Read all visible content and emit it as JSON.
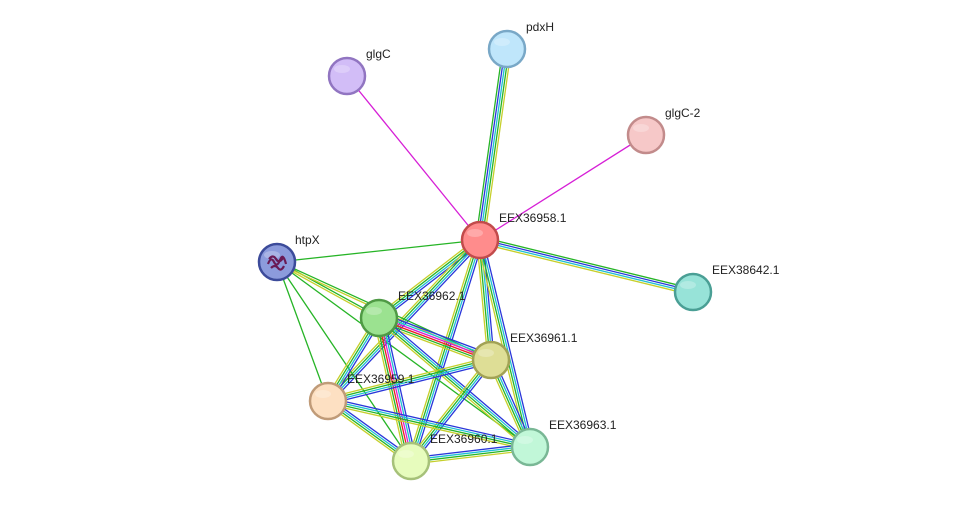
{
  "nodes": [
    {
      "id": "EEX36958.1",
      "label": "EEX36958.1",
      "color": "#ff8c8c",
      "stroke": "#c24b4b"
    },
    {
      "id": "pdxH",
      "label": "pdxH",
      "color": "#bfe6fb",
      "stroke": "#79a8c7"
    },
    {
      "id": "glgC",
      "label": "glgC",
      "color": "#d2bdf7",
      "stroke": "#9175c1"
    },
    {
      "id": "glgC-2",
      "label": "glgC-2",
      "color": "#f6c8c8",
      "stroke": "#c28b8b"
    },
    {
      "id": "htpX",
      "label": "htpX",
      "color": "#8c9bdc",
      "stroke": "#3c4b9a",
      "has_structure": true
    },
    {
      "id": "EEX38642.1",
      "label": "EEX38642.1",
      "color": "#97e3d8",
      "stroke": "#4a9f95"
    },
    {
      "id": "EEX36962.1",
      "label": "EEX36962.1",
      "color": "#9be290",
      "stroke": "#4f9a45"
    },
    {
      "id": "EEX36961.1",
      "label": "EEX36961.1",
      "color": "#dede96",
      "stroke": "#a2a255"
    },
    {
      "id": "EEX36959.1",
      "label": "EEX36959.1",
      "color": "#fde0c2",
      "stroke": "#c09b78"
    },
    {
      "id": "EEX36960.1",
      "label": "EEX36960.1",
      "color": "#e7fcbd",
      "stroke": "#a6c179"
    },
    {
      "id": "EEX36963.1",
      "label": "EEX36963.1",
      "color": "#c1f7d8",
      "stroke": "#79b795"
    }
  ],
  "evidence_colors": {
    "textmining": "#c6cf2b",
    "coexpression": "#2e2e2e",
    "experiments": "#d61fd6",
    "database": "#1ec0d3",
    "neighborhood": "#26b426",
    "fusion": "#ec2020",
    "cooccurrence": "#2936d9"
  },
  "edges": [
    {
      "source": "EEX36958.1",
      "target": "pdxH",
      "evidence": [
        "neighborhood",
        "cooccurrence",
        "database",
        "neighborhood",
        "textmining"
      ]
    },
    {
      "source": "EEX36958.1",
      "target": "glgC",
      "evidence": [
        "experiments"
      ]
    },
    {
      "source": "EEX36958.1",
      "target": "glgC-2",
      "evidence": [
        "experiments"
      ]
    },
    {
      "source": "EEX36958.1",
      "target": "htpX",
      "evidence": [
        "neighborhood"
      ]
    },
    {
      "source": "EEX36958.1",
      "target": "EEX38642.1",
      "evidence": [
        "neighborhood",
        "cooccurrence",
        "database",
        "textmining"
      ]
    },
    {
      "source": "EEX36958.1",
      "target": "EEX36962.1",
      "evidence": [
        "cooccurrence",
        "database",
        "neighborhood",
        "textmining"
      ]
    },
    {
      "source": "EEX36958.1",
      "target": "EEX36961.1",
      "evidence": [
        "cooccurrence",
        "database",
        "neighborhood",
        "textmining"
      ]
    },
    {
      "source": "EEX36958.1",
      "target": "EEX36959.1",
      "evidence": [
        "cooccurrence",
        "database",
        "neighborhood",
        "textmining"
      ]
    },
    {
      "source": "EEX36958.1",
      "target": "EEX36960.1",
      "evidence": [
        "cooccurrence",
        "database",
        "neighborhood",
        "textmining"
      ]
    },
    {
      "source": "EEX36958.1",
      "target": "EEX36963.1",
      "evidence": [
        "cooccurrence",
        "database",
        "neighborhood",
        "textmining"
      ]
    },
    {
      "source": "htpX",
      "target": "EEX36962.1",
      "evidence": [
        "neighborhood",
        "textmining"
      ]
    },
    {
      "source": "htpX",
      "target": "EEX36961.1",
      "evidence": [
        "neighborhood",
        "textmining"
      ]
    },
    {
      "source": "htpX",
      "target": "EEX36959.1",
      "evidence": [
        "neighborhood"
      ]
    },
    {
      "source": "htpX",
      "target": "EEX36960.1",
      "evidence": [
        "neighborhood"
      ]
    },
    {
      "source": "htpX",
      "target": "EEX36963.1",
      "evidence": [
        "neighborhood"
      ]
    },
    {
      "source": "EEX36962.1",
      "target": "EEX36961.1",
      "evidence": [
        "cooccurrence",
        "database",
        "experiments",
        "fusion",
        "neighborhood",
        "textmining"
      ]
    },
    {
      "source": "EEX36962.1",
      "target": "EEX36959.1",
      "evidence": [
        "cooccurrence",
        "database",
        "neighborhood",
        "textmining"
      ]
    },
    {
      "source": "EEX36962.1",
      "target": "EEX36960.1",
      "evidence": [
        "cooccurrence",
        "database",
        "experiments",
        "fusion",
        "neighborhood",
        "textmining"
      ]
    },
    {
      "source": "EEX36962.1",
      "target": "EEX36963.1",
      "evidence": [
        "cooccurrence",
        "database",
        "neighborhood",
        "textmining"
      ]
    },
    {
      "source": "EEX36961.1",
      "target": "EEX36959.1",
      "evidence": [
        "cooccurrence",
        "database",
        "neighborhood",
        "textmining"
      ]
    },
    {
      "source": "EEX36961.1",
      "target": "EEX36960.1",
      "evidence": [
        "cooccurrence",
        "database",
        "neighborhood",
        "textmining"
      ]
    },
    {
      "source": "EEX36961.1",
      "target": "EEX36963.1",
      "evidence": [
        "cooccurrence",
        "database",
        "neighborhood",
        "textmining"
      ]
    },
    {
      "source": "EEX36959.1",
      "target": "EEX36960.1",
      "evidence": [
        "cooccurrence",
        "database",
        "neighborhood",
        "textmining"
      ]
    },
    {
      "source": "EEX36959.1",
      "target": "EEX36963.1",
      "evidence": [
        "cooccurrence",
        "database",
        "neighborhood",
        "textmining"
      ]
    },
    {
      "source": "EEX36960.1",
      "target": "EEX36963.1",
      "evidence": [
        "cooccurrence",
        "database",
        "neighborhood",
        "textmining"
      ]
    }
  ]
}
